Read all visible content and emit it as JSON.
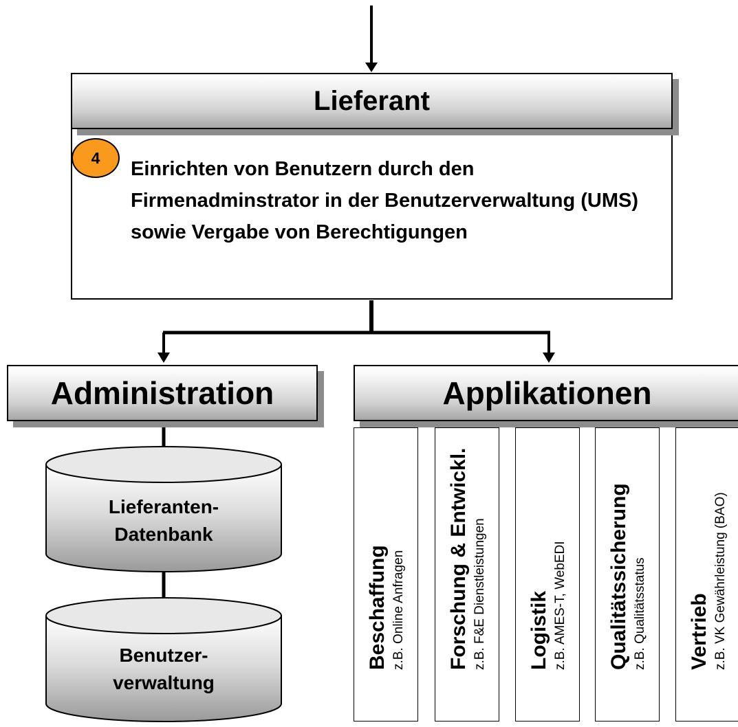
{
  "lieferant": {
    "title": "Lieferant"
  },
  "step": {
    "number": "4",
    "badge_color": "#f99a1c",
    "text": "Einrichten von Benutzern durch den Firmenadminstrator in der Benutzerverwaltung (UMS) sowie Vergabe von Berechtigungen"
  },
  "administration": {
    "title": "Administration",
    "databases": [
      {
        "line1": "Lieferanten-",
        "line2": "Datenbank"
      },
      {
        "line1": "Benutzer-",
        "line2": "verwaltung"
      }
    ]
  },
  "applikationen": {
    "title": "Applikationen",
    "items": [
      {
        "title": "Beschaffung",
        "subtitle": "z.B. Online Anfragen"
      },
      {
        "title": "Forschung & Entwickl.",
        "subtitle": "z.B. F&E Dienstleistungen"
      },
      {
        "title": "Logistik",
        "subtitle": "z.B. AMES-T, WebEDI"
      },
      {
        "title": "Qualitätssicherung",
        "subtitle": "z.B. Qualitätsstatus"
      },
      {
        "title": "Vertrieb",
        "subtitle": "z.B. VK Gewährleistung (BAO)"
      }
    ]
  }
}
